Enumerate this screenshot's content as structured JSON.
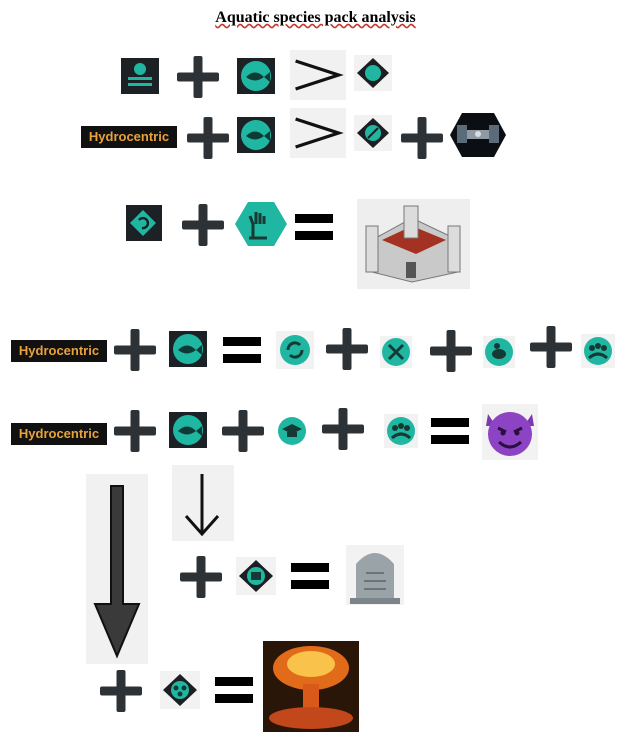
{
  "title": "Aquatic species pack analysis",
  "hydrocentric_label": "Hydrocentric",
  "colors": {
    "teal": "#1fb7a1",
    "dark": "#1b1f22",
    "orange": "#e8a23c"
  },
  "equations": [
    [
      "ocean-icon",
      "plus",
      "fish-icon",
      "greater-than",
      "hand-shield-icon"
    ],
    [
      "hydrocentric",
      "plus",
      "fish-icon",
      "greater-than",
      "sword-shield-icon",
      "plus",
      "space-station-image"
    ],
    [
      "retreat-icon",
      "plus",
      "zombie-hand-icon",
      "equals",
      "castle-image"
    ],
    [
      "hydrocentric",
      "plus",
      "fish-icon",
      "equals",
      "cycle-icon",
      "plus",
      "tools-icon",
      "plus",
      "bee-icon",
      "plus",
      "people-icon"
    ],
    [
      "hydrocentric",
      "plus",
      "fish-icon",
      "plus",
      "graduation-cap-icon",
      "plus",
      "people-icon",
      "equals",
      "devil-emoji"
    ],
    [
      "down-arrow",
      "plus",
      "fist-shield-icon",
      "equals",
      "gravestone-image"
    ],
    [
      "down-arrow",
      "plus",
      "network-icon",
      "equals",
      "nuclear-explosion-image"
    ]
  ]
}
